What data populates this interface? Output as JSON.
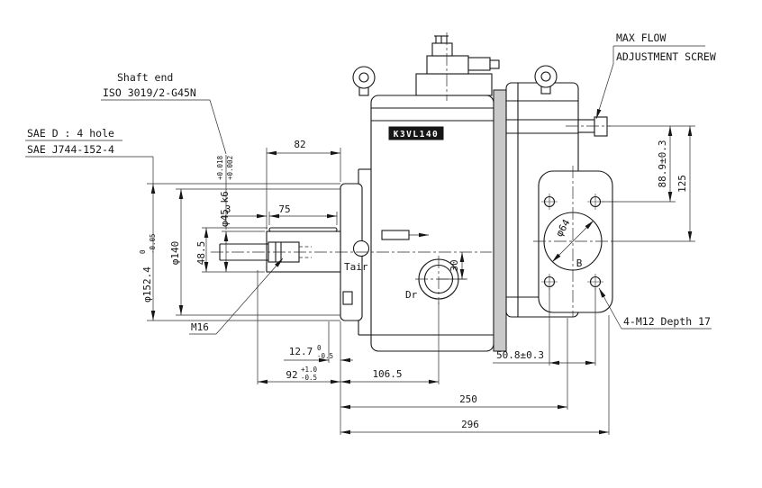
{
  "drawing": {
    "nameplate": "K3VL140",
    "callouts": {
      "shaft_end_line1": "Shaft end",
      "shaft_end_line2": "ISO 3019/2-G45N",
      "sae_line1": "SAE D : 4 hole",
      "sae_line2": "SAE J744-152-4",
      "max_flow_line1": "MAX FLOW",
      "max_flow_line2": "ADJUSTMENT SCREW",
      "m16": "M16",
      "tair": "Tair",
      "dr": "Dr",
      "port_b": "B",
      "bolt_note": "4-M12 Depth 17"
    },
    "dims": {
      "len_82": "82",
      "len_3": "3",
      "len_75": "75",
      "key_height": "48.5",
      "dia_140": "φ140",
      "dia_152": "φ152.4",
      "dia_152_tol_hi": "0",
      "dia_152_tol_lo": "-0.05",
      "dia_45": "φ45 k6",
      "dia_45_tol_hi": "+0.018",
      "dia_45_tol_lo": "+0.002",
      "h_88_9": "88.9±0.3",
      "h_125": "125",
      "dia_64": "φ64",
      "off_30": "30",
      "len_12_7": "12.7",
      "len_12_7_tol_hi": "0",
      "len_12_7_tol_lo": "-0.5",
      "len_92": "92",
      "len_92_tol_hi": "+1.0",
      "len_92_tol_lo": "-0.5",
      "len_106_5": "106.5",
      "len_50_8": "50.8±0.3",
      "len_250": "250",
      "len_296": "296"
    }
  }
}
